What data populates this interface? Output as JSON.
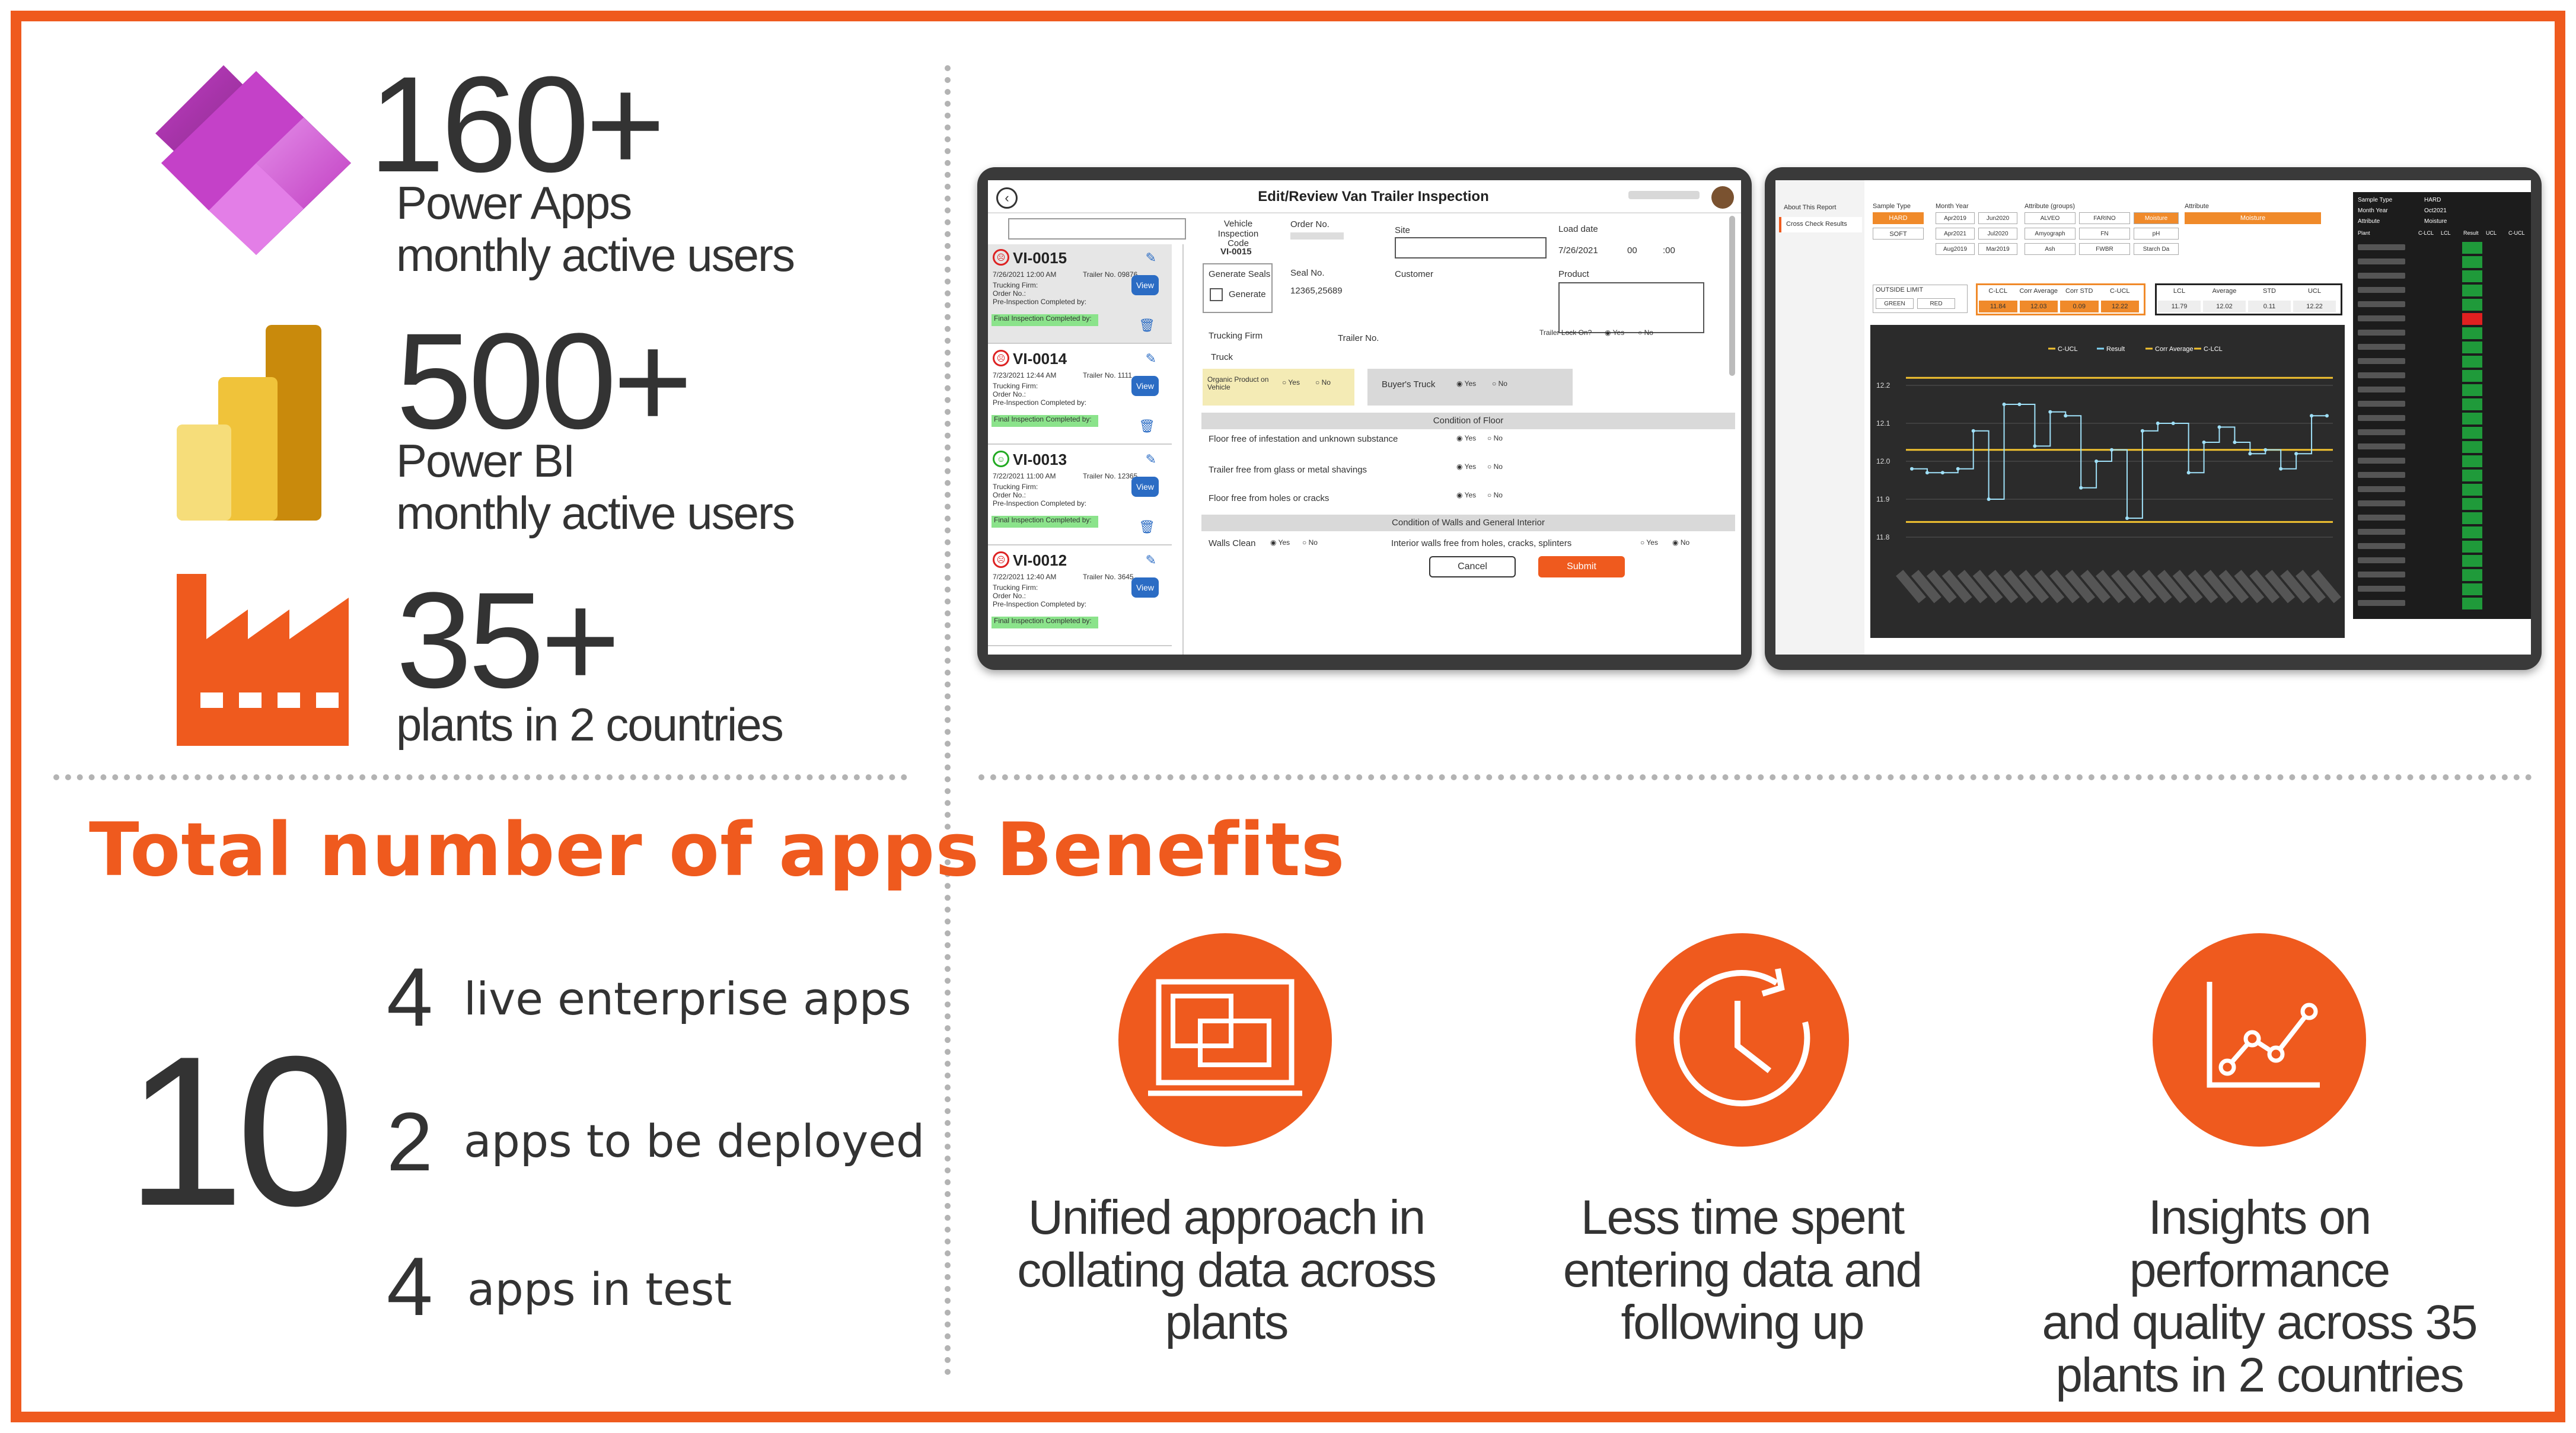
{
  "stats": [
    {
      "number": "160+",
      "label1": "Power Apps",
      "label2": "monthly active users",
      "icon": "power-apps-logo-icon"
    },
    {
      "number": "500+",
      "label1": "Power BI",
      "label2": "monthly active users",
      "icon": "power-bi-logo-icon"
    },
    {
      "number": "35+",
      "label1": "plants in 2 countries",
      "icon": "factory-icon"
    }
  ],
  "apps": {
    "heading": "Total number of apps",
    "total": "10",
    "items": [
      {
        "count": "4",
        "label": "live enterprise apps"
      },
      {
        "count": "2",
        "label": "apps to be deployed"
      },
      {
        "count": "4",
        "label": "apps in test"
      }
    ]
  },
  "benefits": {
    "heading": "Benefits",
    "items": [
      {
        "icon": "dashboard-screen-icon",
        "line1": "Unified approach in",
        "line2": "collating data across",
        "line3": "plants"
      },
      {
        "icon": "clock-refresh-icon",
        "line1": "Less time spent",
        "line2": "entering data and",
        "line3": "following up"
      },
      {
        "icon": "line-chart-icon",
        "line1": "Insights on performance",
        "line2": "and quality across 35",
        "line3": "plants in 2 countries"
      }
    ]
  },
  "inspection_app": {
    "title": "Edit/Review Van Trailer Inspection",
    "records": [
      {
        "id": "VI-0015",
        "date": "7/26/2021 12:00 AM",
        "trailer": "Trailer No. 09876",
        "firm": "Trucking Firm:",
        "order": "Order No.:",
        "pre": "Pre-Inspection Completed by:",
        "final": "Final Inspection Completed by:",
        "view": "View",
        "status": "sad"
      },
      {
        "id": "VI-0014",
        "date": "7/23/2021 12:44 AM",
        "trailer": "Trailer No. 1111",
        "firm": "Trucking Firm:",
        "order": "Order No.:",
        "pre": "Pre-Inspection Completed by:",
        "final": "Final Inspection Completed by:",
        "view": "View",
        "status": "sad"
      },
      {
        "id": "VI-0013",
        "date": "7/22/2021 11:00 AM",
        "trailer": "Trailer No. 12365",
        "firm": "Trucking Firm:",
        "order": "Order No.:",
        "pre": "Pre-Inspection Completed by:",
        "final": "Final Inspection Completed by:",
        "view": "View",
        "status": "happy"
      },
      {
        "id": "VI-0012",
        "date": "7/22/2021 12:40 AM",
        "trailer": "Trailer No. 3645",
        "firm": "Trucking Firm:",
        "order": "Order No.:",
        "pre": "Pre-Inspection Completed by:",
        "final": "Final Inspection Completed by:",
        "view": "View",
        "status": "sad"
      }
    ],
    "form": {
      "vehicle_code_label": "Vehicle Inspection Code",
      "vehicle_code": "VI-0015",
      "order_label": "Order No.",
      "site_label": "Site",
      "load_date_label": "Load date",
      "load_date": "7/26/2021",
      "hour": "00",
      "minute": ":00",
      "generate_seals_label": "Generate Seals",
      "generate_label": "Generate",
      "seal_label": "Seal No.",
      "seal_value": "12365,25689",
      "customer_label": "Customer",
      "product_label": "Product",
      "trucking_firm_label": "Trucking Firm",
      "truck_label": "Truck",
      "trailer_label": "Trailer No.",
      "lock_label": "Trailer Lock On?",
      "organic_label": "Organic Product on Vehicle",
      "buyers_truck_label": "Buyer's Truck",
      "yes": "Yes",
      "no": "No",
      "section_floor": "Condition of Floor",
      "floor_q1": "Floor free of infestation and unknown substance",
      "floor_q2": "Trailer free from glass or metal shavings",
      "floor_q3": "Floor free from holes or cracks",
      "section_walls": "Condition of Walls and General Interior",
      "walls_q1": "Walls Clean",
      "walls_q2": "Interior walls free from holes, cracks, splinters",
      "cancel": "Cancel",
      "submit": "Submit"
    }
  },
  "report_app": {
    "nav": [
      "About This Report",
      "Cross Check Results"
    ],
    "filters": {
      "sample_type_label": "Sample Type",
      "sample_types": [
        "HARD",
        "SOFT"
      ],
      "month_year_label": "Month Year",
      "months": [
        "Apr2019",
        "Jun2020",
        "Apr2021",
        "Jul2020",
        "Aug2019",
        "Mar2019"
      ],
      "attribute_groups_label": "Attribute (groups)",
      "attribute_groups": [
        "ALVEO",
        "FARINO",
        "Amyograph",
        "FN",
        "Ash",
        "FWBR"
      ],
      "attribute_group_extra": [
        "Moisture",
        "pH",
        "Starch Da"
      ],
      "attribute_label": "Attribute",
      "attribute_value": "Moisture"
    },
    "outside_limit_label": "OUTSIDE LIMIT",
    "outside_limit_options": [
      "GREEN",
      "RED"
    ],
    "kpi_headers": [
      "C-LCL",
      "Corr Average",
      "Corr STD",
      "C-UCL"
    ],
    "kpi_values": [
      "11.84",
      "12.03",
      "0.09",
      "12.22"
    ],
    "kpi2_headers": [
      "LCL",
      "Average",
      "STD",
      "UCL"
    ],
    "kpi2_values": [
      "11.79",
      "12.02",
      "0.11",
      "12.22"
    ],
    "legend": [
      "C-UCL",
      "Result",
      "Corr Average",
      "C-LCL"
    ],
    "side_table": {
      "sample_type_label": "Sample Type",
      "sample_type": "HARD",
      "month_year_label": "Month Year",
      "month_year": "Oct2021",
      "attribute_label": "Attribute",
      "attribute": "Moisture",
      "columns": [
        "Plant",
        "C-LCL",
        "LCL",
        "Result",
        "UCL",
        "C-UCL"
      ]
    }
  },
  "chart_data": {
    "type": "line",
    "title": "",
    "xlabel": "",
    "ylabel": "",
    "ylim": [
      11.75,
      12.25
    ],
    "y_ticks": [
      "12.2",
      "12.1",
      "12.0",
      "11.9",
      "11.8"
    ],
    "series": [
      {
        "name": "C-UCL",
        "values": [
          12.22
        ]
      },
      {
        "name": "Result",
        "values": [
          11.98,
          11.97,
          11.97,
          11.98,
          12.08,
          11.9,
          12.15,
          12.15,
          12.04,
          12.13,
          12.12,
          11.93,
          12.0,
          12.03,
          11.85,
          12.08,
          12.1,
          12.1,
          11.97,
          12.05,
          12.09,
          12.05,
          12.02,
          12.03,
          11.98,
          12.02,
          12.12,
          12.12
        ]
      },
      {
        "name": "Corr Average",
        "values": [
          12.03
        ]
      },
      {
        "name": "C-LCL",
        "values": [
          11.84
        ]
      }
    ]
  }
}
